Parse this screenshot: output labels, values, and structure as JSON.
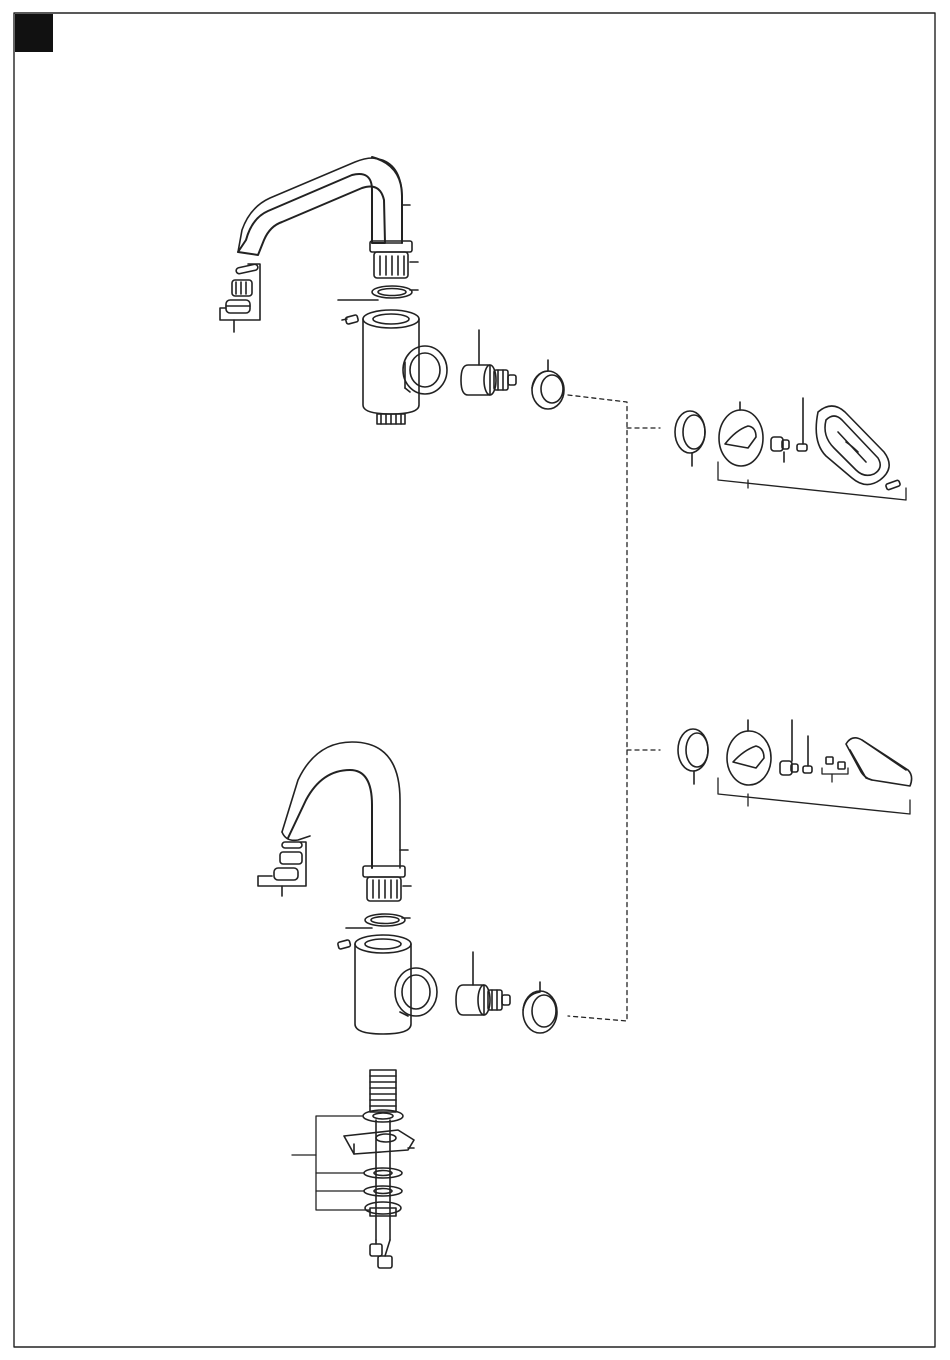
{
  "page": {
    "marker_color": "#111111",
    "line_color": "#222222",
    "background": "#ffffff"
  },
  "diagram": {
    "variants": [
      "square-spout-mixer",
      "curved-spout-mixer"
    ],
    "handle_sets": [
      "lever-handle-kit-a",
      "lever-handle-kit-b"
    ],
    "connector_style": "dashed"
  }
}
